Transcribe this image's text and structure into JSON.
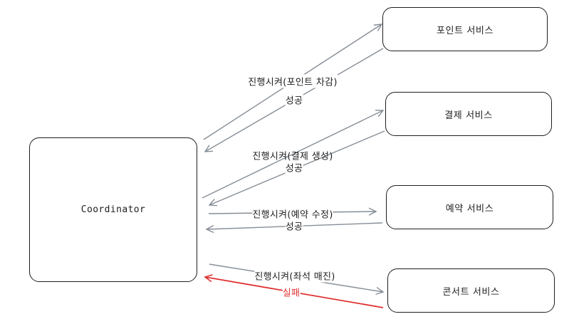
{
  "nodes": {
    "coordinator": "Coordinator",
    "point_service": "포인트 서비스",
    "payment_service": "결제 서비스",
    "reservation_service": "예약 서비스",
    "concert_service": "콘서트 서비스"
  },
  "edges": {
    "point_request": "진행시켜(포인트 차감)",
    "point_response": "성공",
    "payment_request": "진행시켜(결제 생성)",
    "payment_response": "성공",
    "reservation_request": "진행시켜(예약 수정)",
    "reservation_response": "성공",
    "concert_request": "진행시켜(좌석 매진)",
    "concert_response": "실패"
  },
  "colors": {
    "stroke": "#1e1e1e",
    "arrow": "#868e96",
    "fail": "#e03131"
  }
}
